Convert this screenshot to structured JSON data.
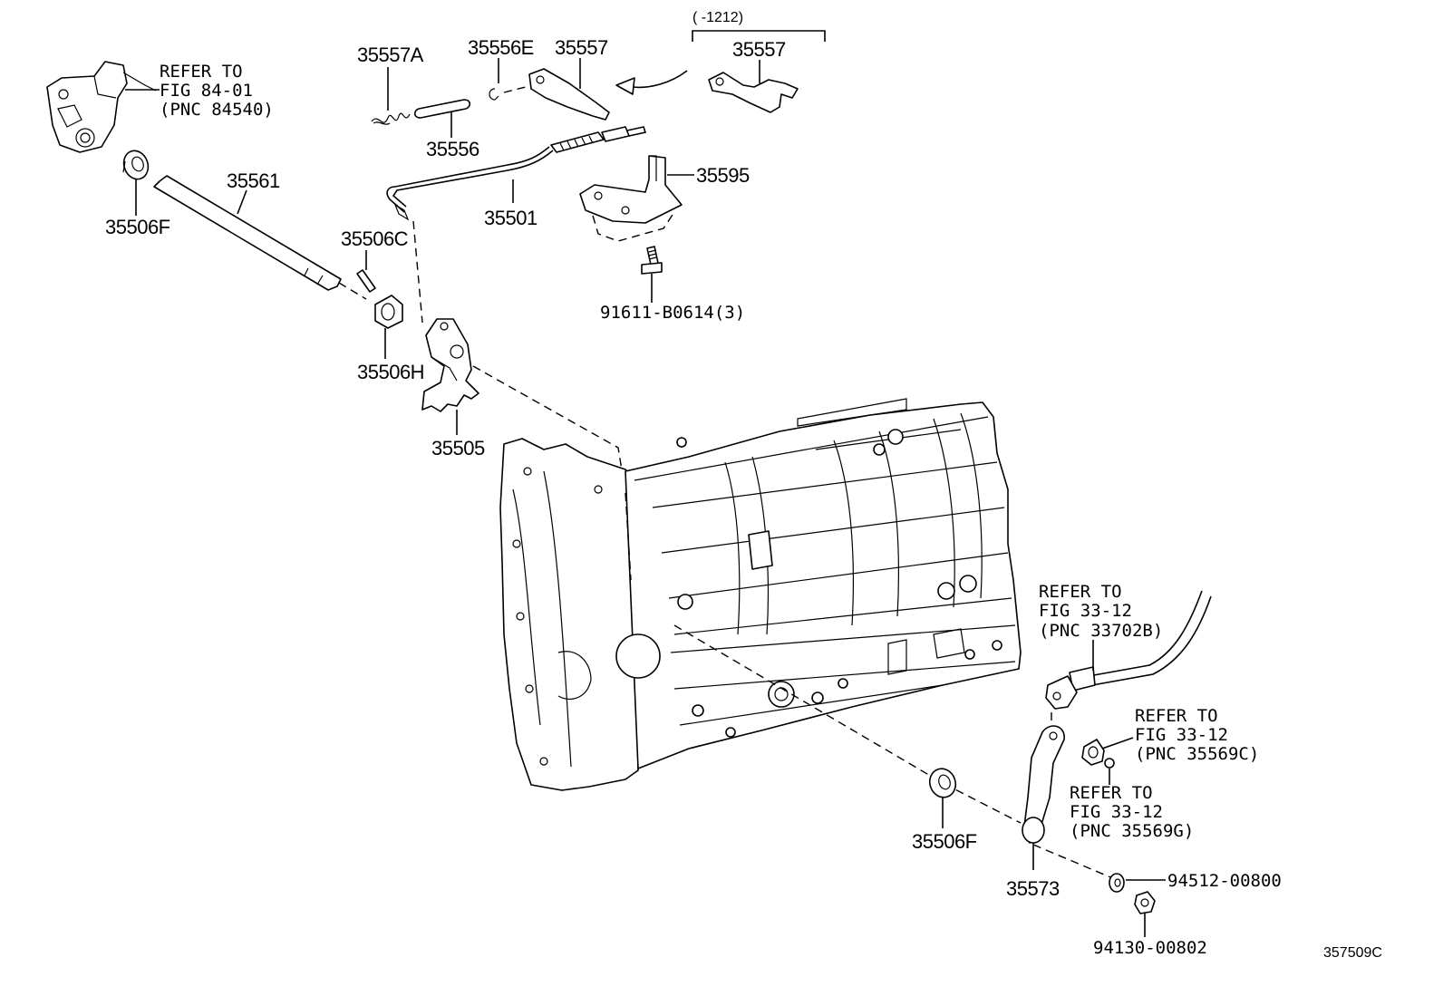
{
  "parts": {
    "p35557A": "35557A",
    "p35556E": "35556E",
    "p35557": "35557",
    "p35557_alt": "35557",
    "p35556": "35556",
    "p35561": "35561",
    "p35506F_top": "35506F",
    "p35506C": "35506C",
    "p35501": "35501",
    "p35595": "35595",
    "p91611": "91611-B0614(3)",
    "p35506H": "35506H",
    "p35505": "35505",
    "p35506F_bottom": "35506F",
    "p35573": "35573",
    "p94512": "94512-00800",
    "p94130": "94130-00802"
  },
  "date_range": "(     -1212)",
  "refs": {
    "ref_84540": {
      "line1": "REFER TO",
      "line2": "FIG 84-01",
      "line3": "(PNC 84540)"
    },
    "ref_33702B": {
      "line1": "REFER TO",
      "line2": "FIG 33-12",
      "line3": "(PNC 33702B)"
    },
    "ref_35569C": {
      "line1": "REFER TO",
      "line2": "FIG 33-12",
      "line3": "(PNC 35569C)"
    },
    "ref_35569G": {
      "line1": "REFER TO",
      "line2": "FIG 33-12",
      "line3": "(PNC 35569G)"
    }
  },
  "figure_id": "357509C"
}
